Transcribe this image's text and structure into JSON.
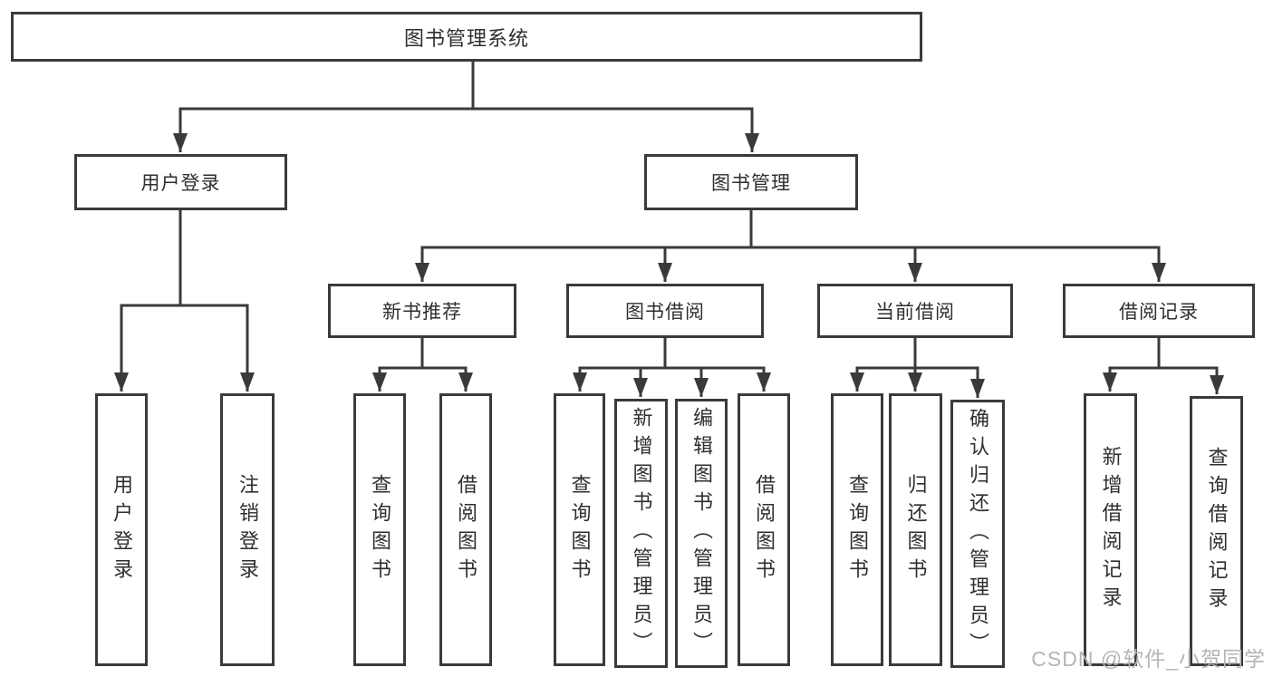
{
  "colors": {
    "line": "#3a3a3a",
    "box_border": "#3a3a3a",
    "text": "#2f2f2f",
    "watermark": "#b5b5b5",
    "background": "#ffffff"
  },
  "watermark": {
    "text": "CSDN @软件_小贺同学"
  },
  "tree": {
    "label": "图书管理系统",
    "children": [
      {
        "label": "用户登录",
        "children": [
          {
            "label": "用户登录"
          },
          {
            "label": "注销登录"
          }
        ]
      },
      {
        "label": "图书管理",
        "children": [
          {
            "label": "新书推荐",
            "children": [
              {
                "label": "查询图书"
              },
              {
                "label": "借阅图书"
              }
            ]
          },
          {
            "label": "图书借阅",
            "children": [
              {
                "label": "查询图书"
              },
              {
                "label": "新增图书（管理员）"
              },
              {
                "label": "编辑图书（管理员）"
              },
              {
                "label": "借阅图书"
              }
            ]
          },
          {
            "label": "当前借阅",
            "children": [
              {
                "label": "查询图书"
              },
              {
                "label": "归还图书"
              },
              {
                "label": "确认归还（管理员）"
              }
            ]
          },
          {
            "label": "借阅记录",
            "children": [
              {
                "label": "新增借阅记录"
              },
              {
                "label": "查询借阅记录"
              }
            ]
          }
        ]
      }
    ]
  }
}
